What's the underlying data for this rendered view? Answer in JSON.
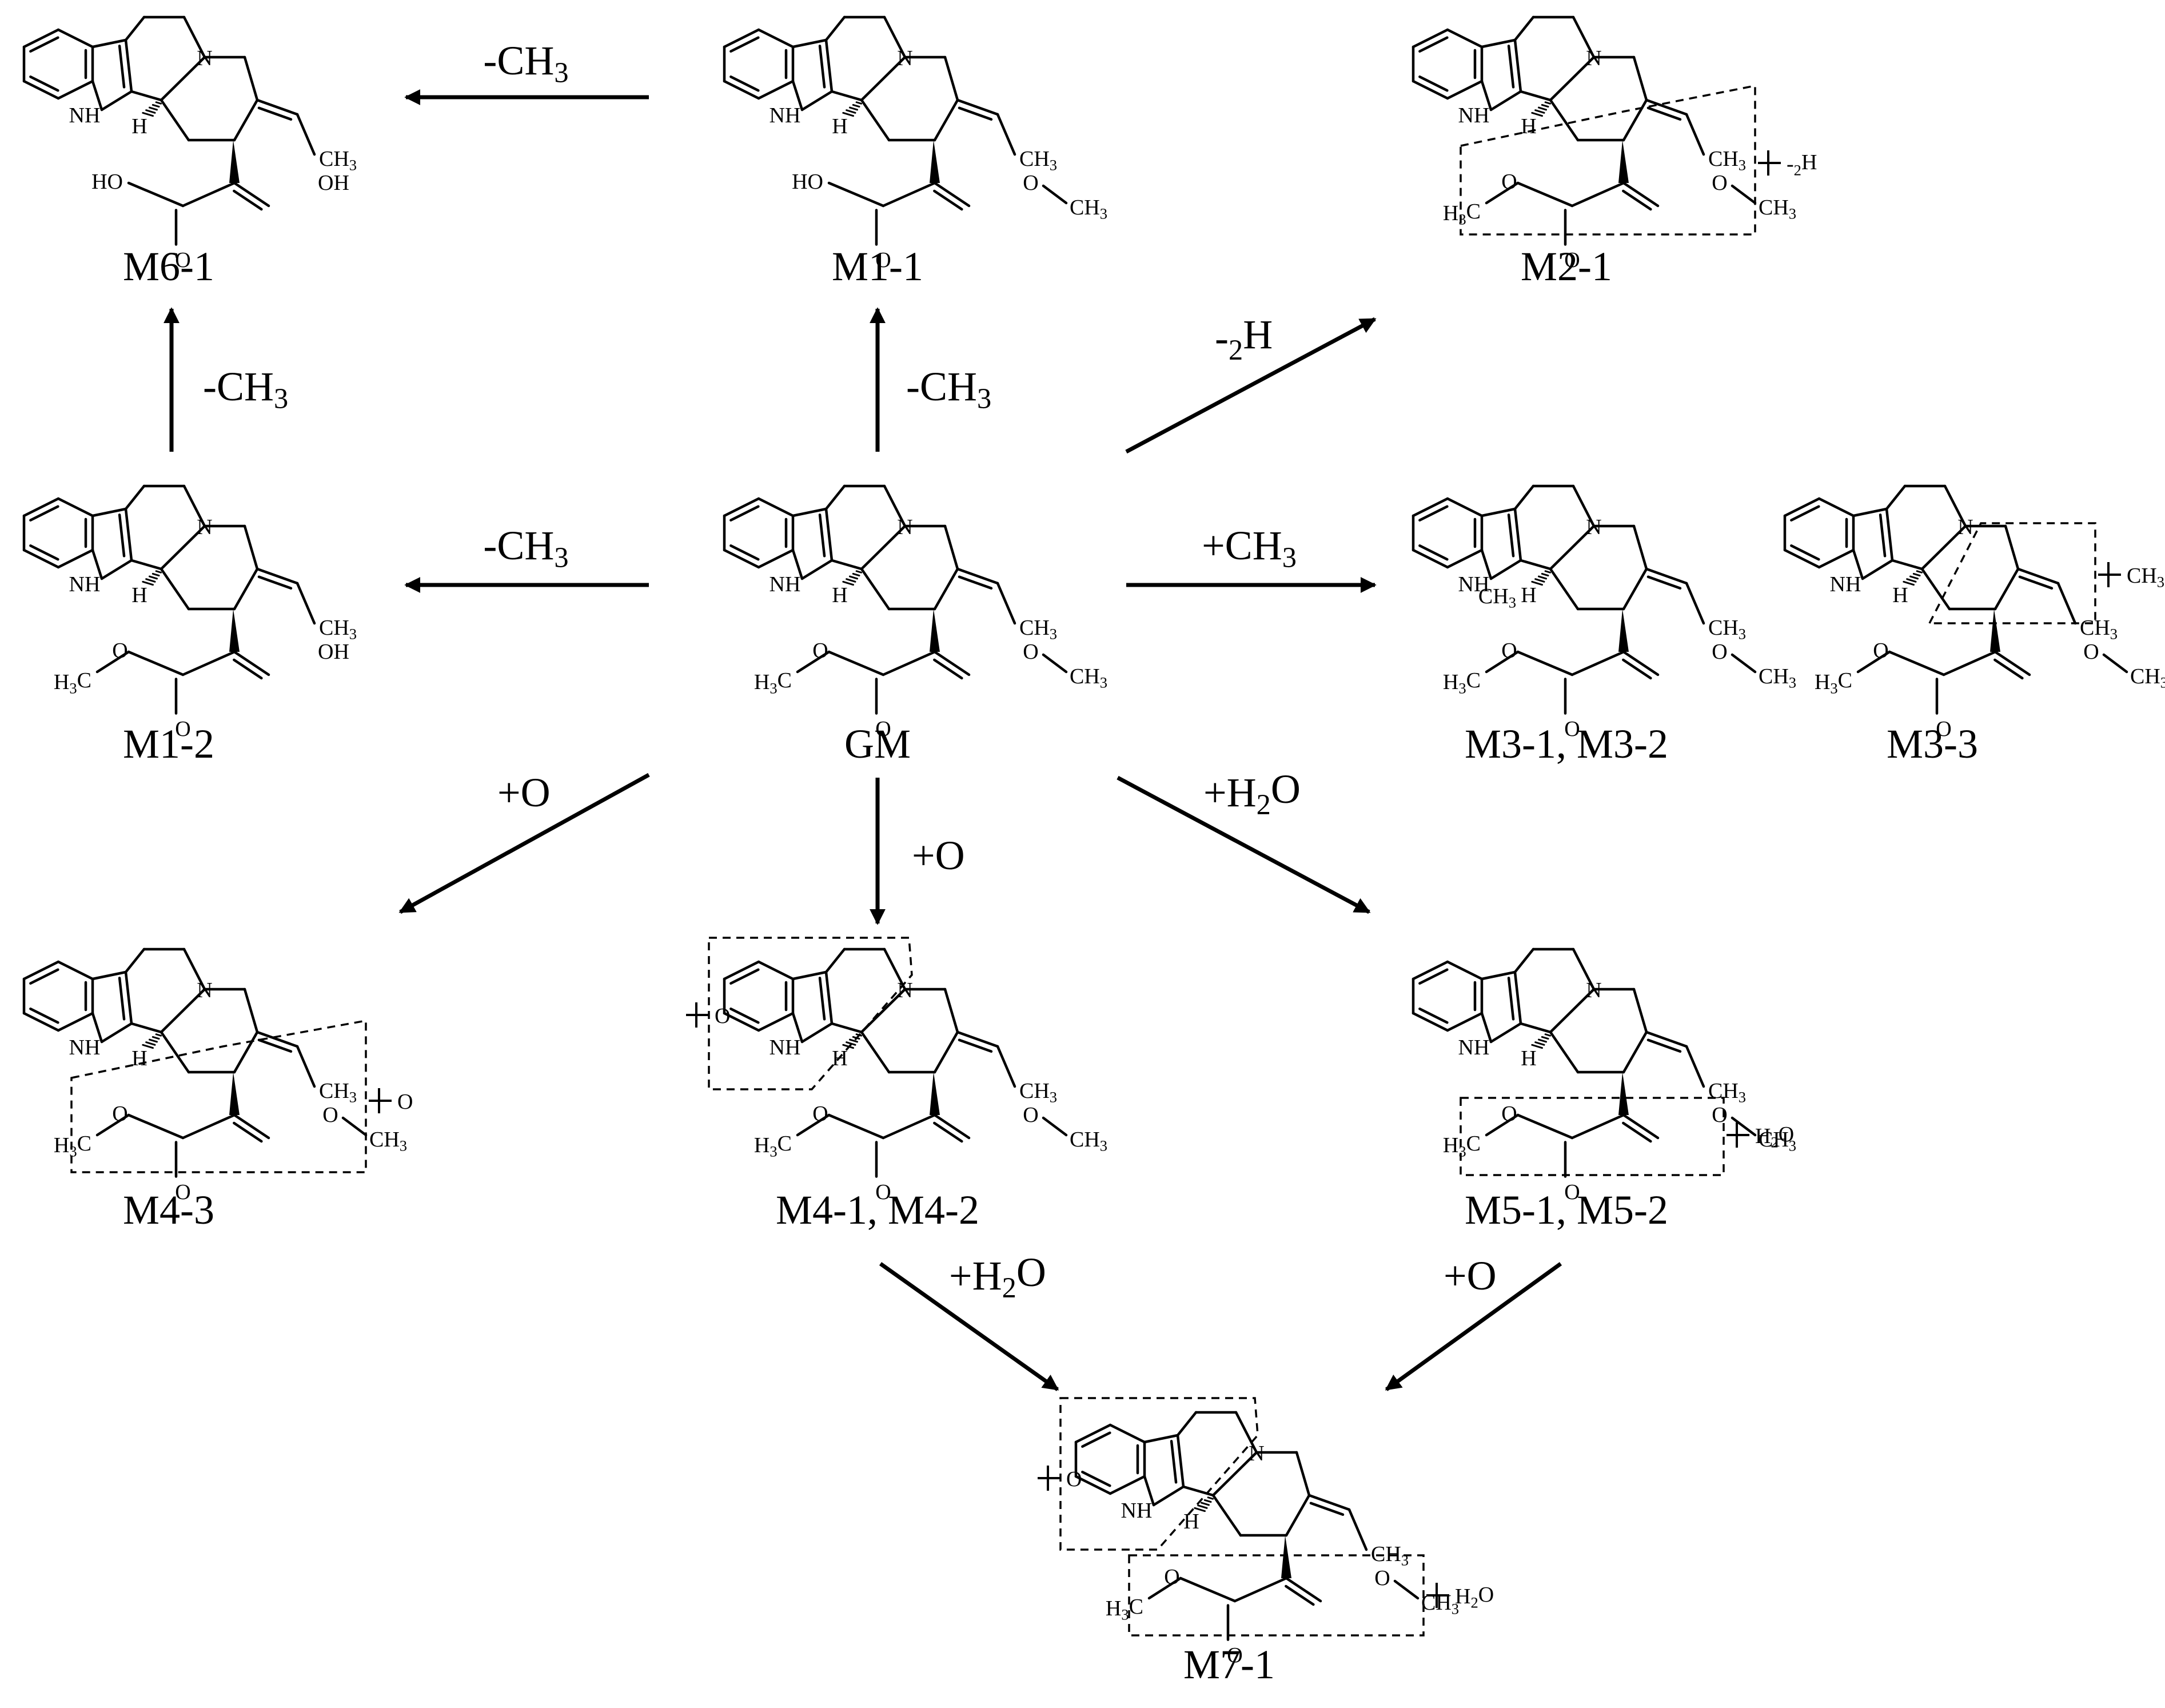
{
  "diagram": {
    "nodes": {
      "m6_1": {
        "label": "M6-1"
      },
      "m1_1": {
        "label": "M1-1"
      },
      "m2_1": {
        "label": "M2-1",
        "tag": "-2H"
      },
      "m1_2": {
        "label": "M1-2"
      },
      "gm": {
        "label": "GM"
      },
      "m3_12": {
        "label": "M3-1, M3-2"
      },
      "m3_3": {
        "label": "M3-3",
        "tag": "CH3"
      },
      "m4_3": {
        "label": "M4-3",
        "tag": "O"
      },
      "m4_12": {
        "label": "M4-1, M4-2",
        "tag": "O"
      },
      "m5_12": {
        "label": "M5-1, M5-2",
        "tag": "H2O"
      },
      "m7_1": {
        "label": "M7-1",
        "tag_o": "O",
        "tag_h2o": "H2O"
      }
    },
    "arrows": {
      "m1_1_to_m6_1": "-CH3",
      "m1_2_to_m6_1": "-CH3",
      "gm_to_m1_1": "-CH3",
      "gm_to_m1_2": "-CH3",
      "gm_to_m2_1": "-2H",
      "gm_to_m3": "+CH3",
      "gm_to_m4_3": "+O",
      "gm_to_m4_12": "+O",
      "gm_to_m5_12": "+H2O",
      "m4_12_to_m7_1": "+H2O",
      "m5_12_to_m7_1": "+O"
    },
    "atoms": {
      "n": "N",
      "nh": "NH",
      "h": "H",
      "ch3": "CH3",
      "h3c": "H3C",
      "o": "O",
      "oh": "OH",
      "ho": "HO"
    }
  }
}
